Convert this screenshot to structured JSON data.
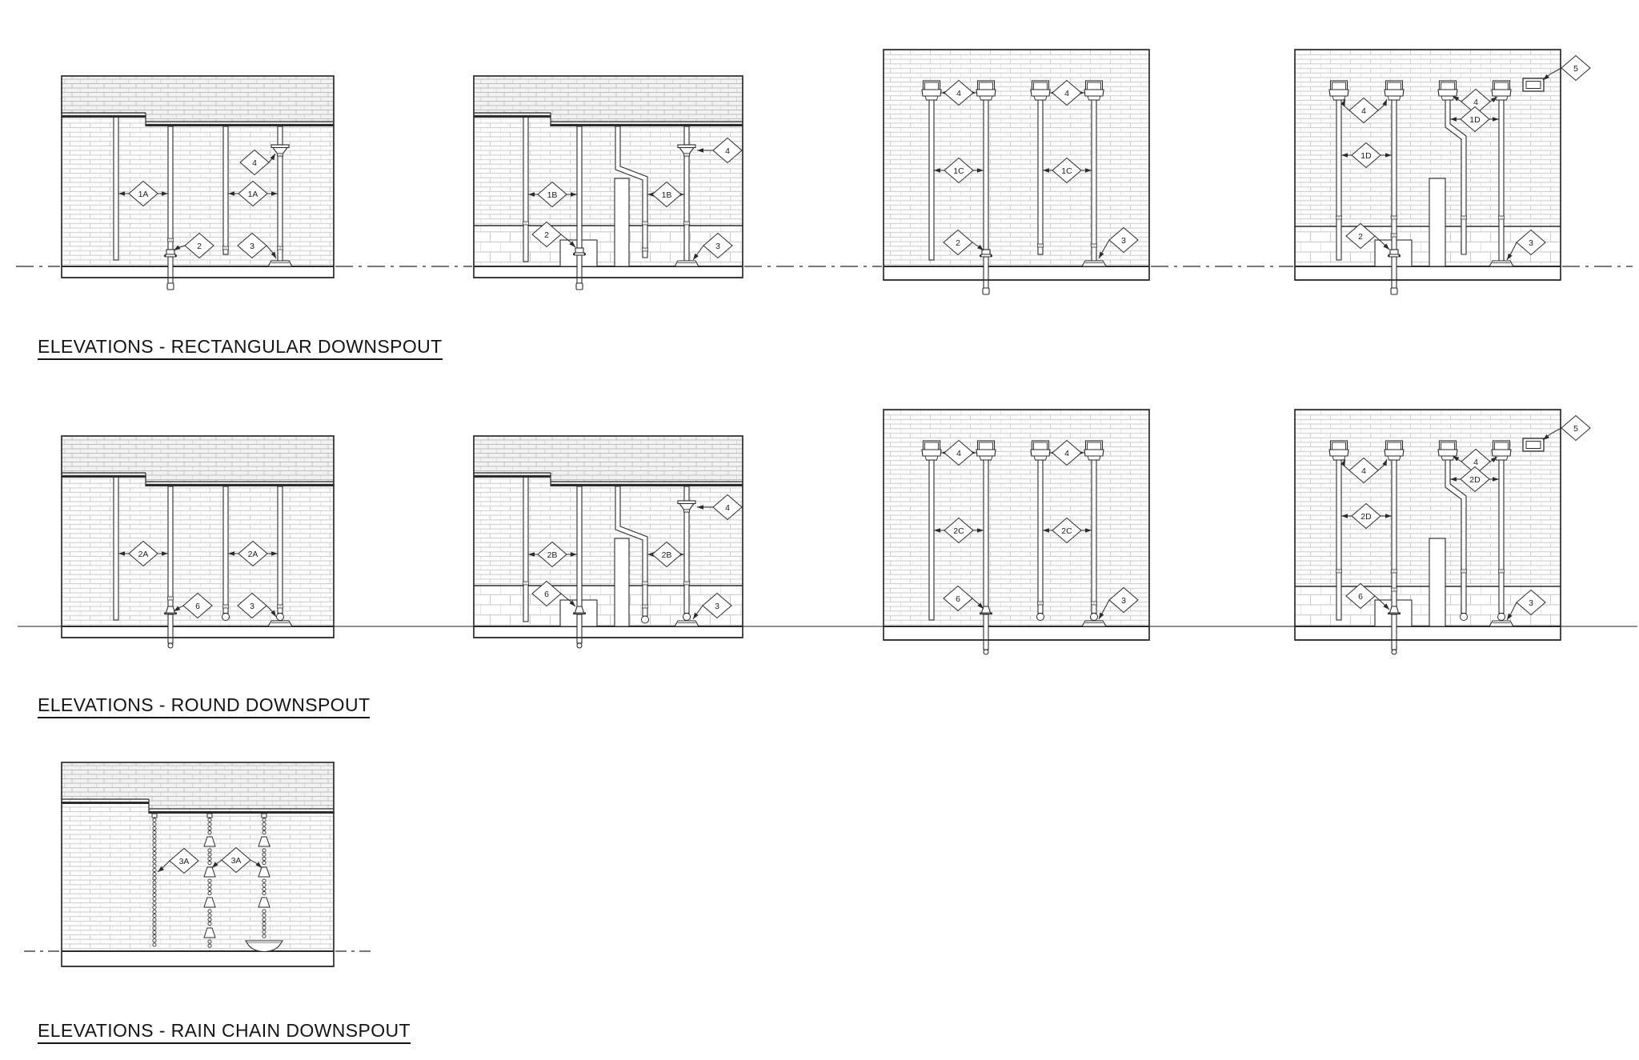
{
  "sections": [
    {
      "title": "ELEVATIONS - RECTANGULAR DOWNSPOUT",
      "panels": [
        {
          "tags": [
            "1A",
            "1A",
            "4",
            "2",
            "3"
          ]
        },
        {
          "tags": [
            "1B",
            "1B",
            "2",
            "4",
            "3"
          ]
        },
        {
          "tags": [
            "4",
            "4",
            "1C",
            "1C",
            "2",
            "3"
          ]
        },
        {
          "tags": [
            "4",
            "4",
            "1D",
            "1D",
            "2",
            "3",
            "5"
          ]
        }
      ]
    },
    {
      "title": "ELEVATIONS - ROUND DOWNSPOUT",
      "panels": [
        {
          "tags": [
            "2A",
            "2A",
            "6",
            "3"
          ]
        },
        {
          "tags": [
            "2B",
            "2B",
            "6",
            "4",
            "3"
          ]
        },
        {
          "tags": [
            "4",
            "4",
            "2C",
            "2C",
            "6",
            "3"
          ]
        },
        {
          "tags": [
            "4",
            "4",
            "2D",
            "2D",
            "6",
            "3",
            "5"
          ]
        }
      ]
    },
    {
      "title": "ELEVATIONS - RAIN CHAIN DOWNSPOUT",
      "panels": [
        {
          "tags": [
            "3A",
            "3A"
          ]
        }
      ]
    }
  ],
  "colors": {
    "ink": "#2b2b2b",
    "brick_line": "#cbcbcb",
    "block_line": "#c6c6c6",
    "roof_line": "#bcbcbc",
    "roof_fill": "#f2f2f2",
    "wall_fill": "#fdfdfd",
    "grade_line": "#4a4a4a",
    "background": "#ffffff"
  }
}
